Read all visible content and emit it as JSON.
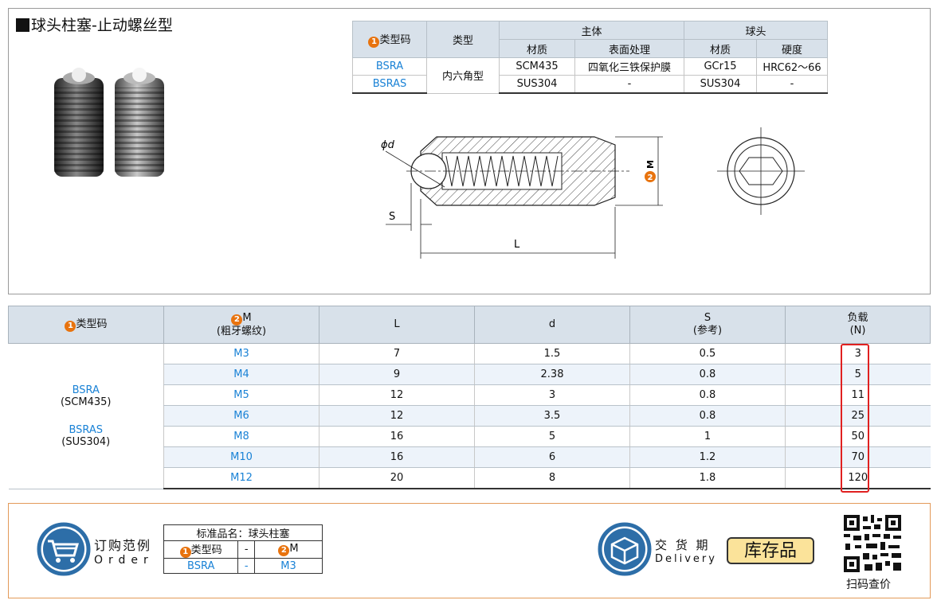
{
  "title": "球头柱塞-止动螺丝型",
  "spec_table": {
    "h_type_code": "类型码",
    "h_type": "类型",
    "h_body": "主体",
    "h_ball": "球头",
    "h_material": "材质",
    "h_surface": "表面处理",
    "h_hardness": "硬度",
    "rows": [
      {
        "code": "BSRA",
        "type": "内六角型",
        "body_mat": "SCM435",
        "surface": "四氧化三铁保护膜",
        "ball_mat": "GCr15",
        "hardness": "HRC62～66"
      },
      {
        "code": "BSRAS",
        "body_mat": "SUS304",
        "surface": "-",
        "ball_mat": "SUS304",
        "hardness": "-"
      }
    ]
  },
  "drawing": {
    "phi_d": "ϕd",
    "s": "S",
    "l": "L",
    "m": "M"
  },
  "main_table": {
    "h_code": "类型码",
    "h_m": "M",
    "h_m_sub": "(粗牙螺纹)",
    "h_l": "L",
    "h_d": "d",
    "h_s": "S",
    "h_s_sub": "(参考)",
    "h_load": "负载",
    "h_load_sub": "(N)",
    "type1": "BSRA",
    "type1_mat": "(SCM435)",
    "type2": "BSRAS",
    "type2_mat": "(SUS304)",
    "rows": [
      {
        "m": "M3",
        "l": "7",
        "d": "1.5",
        "s": "0.5",
        "load": "3"
      },
      {
        "m": "M4",
        "l": "9",
        "d": "2.38",
        "s": "0.8",
        "load": "5"
      },
      {
        "m": "M5",
        "l": "12",
        "d": "3",
        "s": "0.8",
        "load": "11"
      },
      {
        "m": "M6",
        "l": "12",
        "d": "3.5",
        "s": "0.8",
        "load": "25"
      },
      {
        "m": "M8",
        "l": "16",
        "d": "5",
        "s": "1",
        "load": "50"
      },
      {
        "m": "M10",
        "l": "16",
        "d": "6",
        "s": "1.2",
        "load": "70"
      },
      {
        "m": "M12",
        "l": "20",
        "d": "8",
        "s": "1.8",
        "load": "120"
      }
    ]
  },
  "order": {
    "label_cn": "订购范例",
    "label_en": "Order",
    "std_name": "标准品名：球头柱塞",
    "h_code": "类型码",
    "dash": "-",
    "h_m": "M",
    "ex_code": "BSRA",
    "ex_m": "M3"
  },
  "delivery": {
    "label_cn": "交 货 期",
    "label_en": "Delivery",
    "stock": "库存品"
  },
  "qr_label": "扫码查价",
  "num1": "1",
  "num2": "2",
  "colors": {
    "accent_blue": "#1a82d6",
    "header_bg": "#d8e1ea",
    "badge": "#e8730e",
    "stock_bg": "#fbe39a",
    "highlight": "#e02020"
  }
}
